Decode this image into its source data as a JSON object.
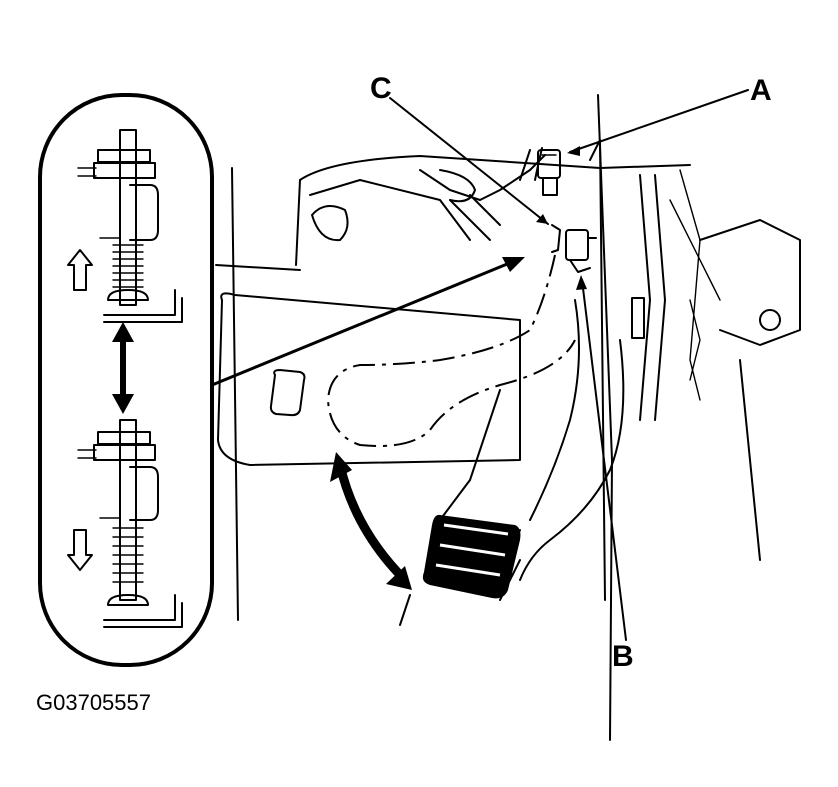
{
  "callouts": {
    "a": "A",
    "b": "B",
    "c": "C"
  },
  "figure_id": "G03705557",
  "colors": {
    "ink": "#000000",
    "paper": "#ffffff"
  }
}
